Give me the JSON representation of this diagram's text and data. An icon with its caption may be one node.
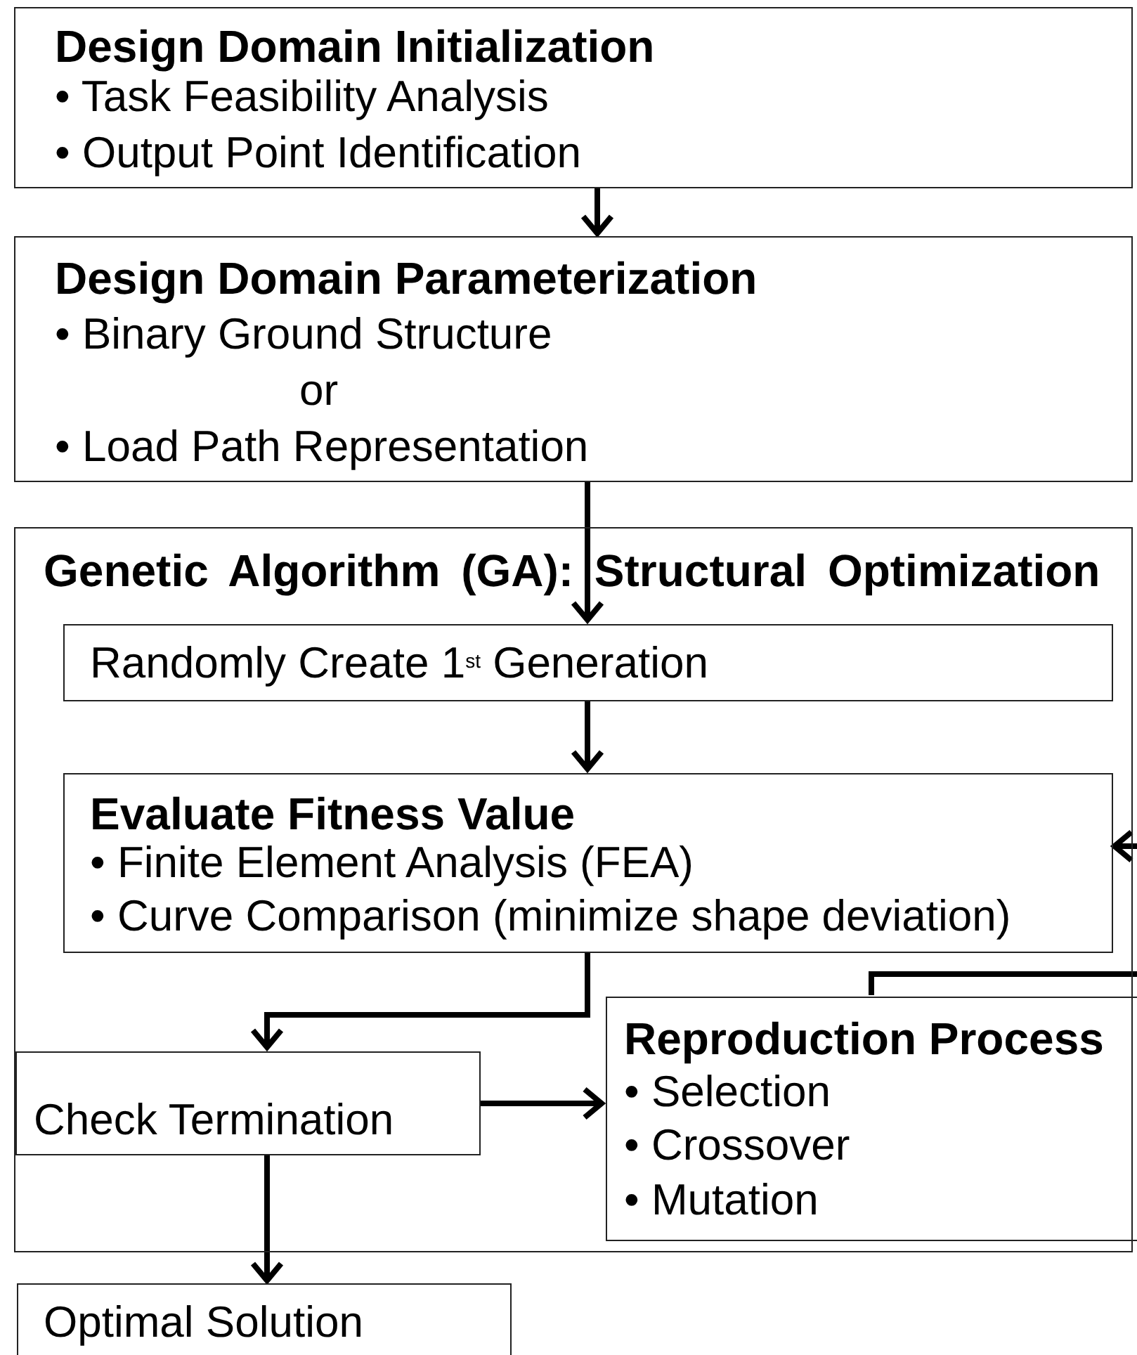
{
  "diagram": {
    "nodes": [
      {
        "text": [
          "Design Domain Initialization",
          "• Task Feasibility Analysis",
          "• Output Point Identification"
        ]
      },
      {
        "text": [
          "Design Domain Parameterization",
          "• Binary Ground Structure",
          "or",
          "• Load Path Representation"
        ]
      },
      {
        "text": [
          "Genetic Algorithm (GA): Structural Optimization"
        ]
      },
      {
        "text": [
          "Randomly Create 1$^{st}$ Generation"
        ],
        "in": 2
      },
      {
        "text": [
          "Evaluate Fitness Value",
          "• Finite Element Analysis (FEA)",
          "• Curve Comparison (minimize shape deviation)"
        ],
        "in": 2
      },
      {
        "text": [
          "Check Termination"
        ],
        "in": 2
      },
      {
        "text": [
          "Reproduction Process",
          "• Selection",
          "• Crossover",
          "• Mutation"
        ],
        "in": 2
      },
      {
        "text": [
          "Optimal Solution"
        ]
      }
    ],
    "edges": [
      {
        "from": 0,
        "to": 1,
        "arrow": "to"
      },
      {
        "from": 1,
        "to": 3,
        "arrow": "to"
      },
      {
        "from": 3,
        "to": 4,
        "arrow": "to"
      },
      {
        "from": 4,
        "to": 5,
        "arrow": "to"
      },
      {
        "from": 5,
        "to": 6,
        "arrow": "to"
      },
      {
        "from": 5,
        "to": 7,
        "arrow": "to"
      },
      {
        "from": 6,
        "to": 4,
        "arrow": "to"
      }
    ]
  }
}
